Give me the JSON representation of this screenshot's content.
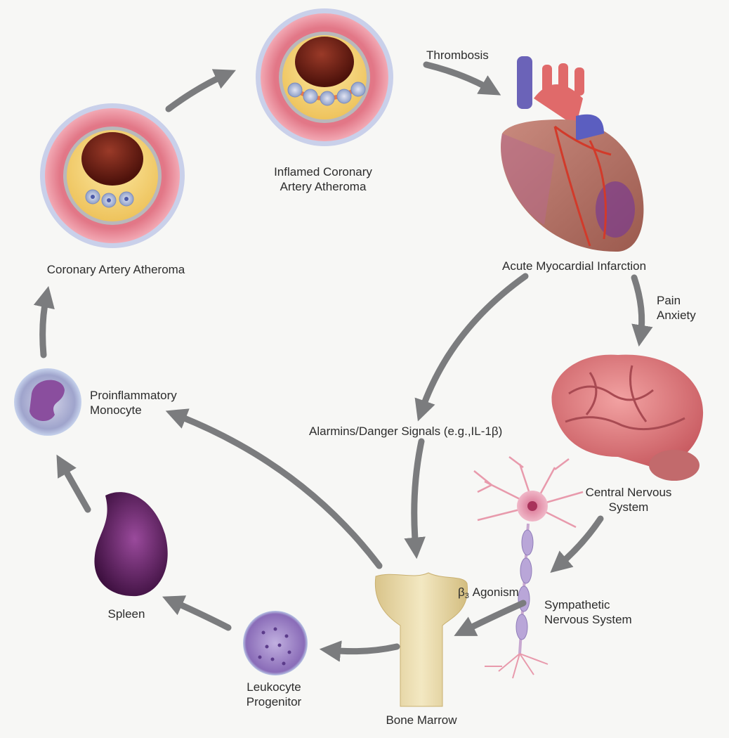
{
  "labels": {
    "coronary_artery_atheroma": "Coronary Artery Atheroma",
    "inflamed_line1": "Inflamed Coronary",
    "inflamed_line2": "Artery Atheroma",
    "thrombosis": "Thrombosis",
    "acute_mi": "Acute Myocardial Infarction",
    "pain": "Pain",
    "anxiety": "Anxiety",
    "alarmins": "Alarmins/Danger Signals (e.g.,IL-1β)",
    "cns_line1": "Central Nervous",
    "cns_line2": "System",
    "beta_symbol": "β",
    "beta_subscript": "3",
    "agonism": "Agonism",
    "sns_line1": "Sympathetic",
    "sns_line2": "Nervous System",
    "bone_marrow": "Bone Marrow",
    "leukocyte_line1": "Leukocyte",
    "leukocyte_line2": "Progenitor",
    "spleen": "Spleen",
    "monocyte_line1": "Proinflammatory",
    "monocyte_line2": "Monocyte"
  },
  "colors": {
    "arrow": "#7b7c7e",
    "artery_wall": "#e88a98",
    "plaque": "#f3d27a",
    "lumen": "#6a1d14",
    "heart": "#c47a6e",
    "brain": "#d9777a",
    "spleen": "#5a1f5c",
    "bone": "#e9d9a6",
    "cell_purple": "#8a6cb8"
  }
}
